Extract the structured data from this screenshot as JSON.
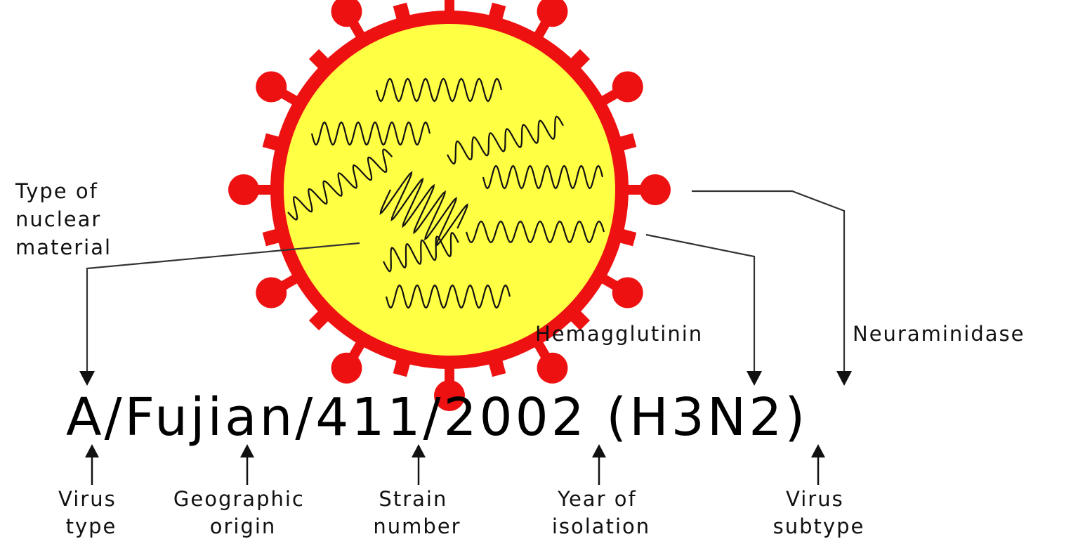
{
  "strain_name": "A/Fujian/411/2002 (H3N2)",
  "labels": {
    "nuclear_type": [
      "Type of",
      "nuclear",
      "material"
    ],
    "hemagglutinin": "Hemagglutinin",
    "neuraminidase": "Neuraminidase"
  },
  "bottom_labels": [
    [
      "Virus",
      "type"
    ],
    [
      "Geographic",
      "origin"
    ],
    [
      "Strain",
      "number"
    ],
    [
      "Year of",
      "isolation"
    ],
    [
      "Virus",
      "subtype"
    ]
  ],
  "colors": {
    "envelope": "#ee1111",
    "core": "#ffff44",
    "text": "#111111"
  }
}
